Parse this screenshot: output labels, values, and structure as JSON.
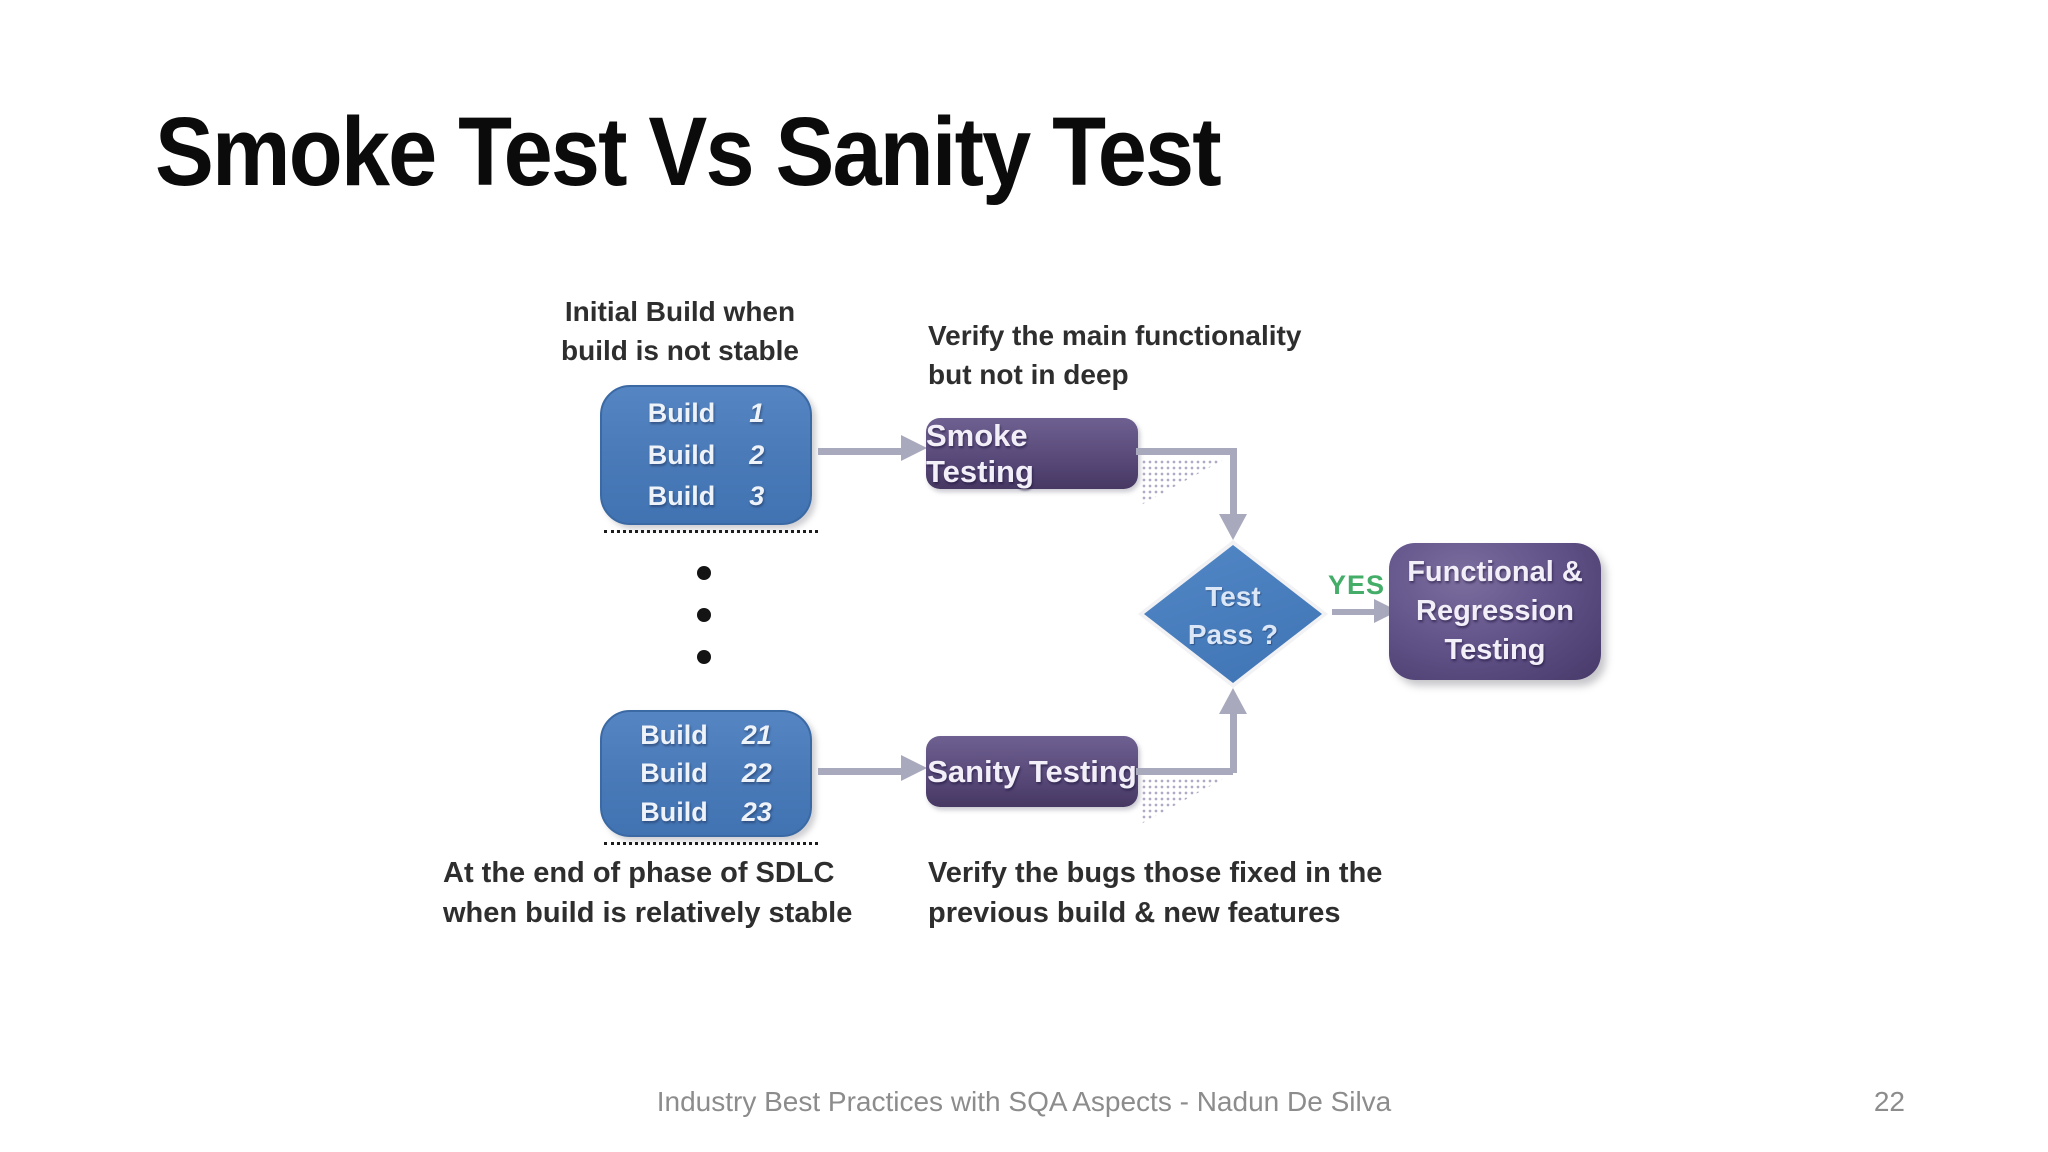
{
  "title": "Smoke Test Vs Sanity Test",
  "diagram": {
    "annotations": {
      "initial_build": [
        "Initial Build when",
        "build is not stable"
      ],
      "verify_main": [
        "Verify the main functionality",
        "but not in deep"
      ],
      "sdlc": [
        "At the end of phase of SDLC",
        "when build is relatively stable"
      ],
      "verify_bugs": [
        "Verify the bugs those fixed in the",
        "previous build & new features"
      ]
    },
    "build_box_top": [
      {
        "word": "Build",
        "num": "1"
      },
      {
        "word": "Build",
        "num": "2"
      },
      {
        "word": "Build",
        "num": "3"
      }
    ],
    "build_box_bottom": [
      {
        "word": "Build",
        "num": "21"
      },
      {
        "word": "Build",
        "num": "22"
      },
      {
        "word": "Build",
        "num": "23"
      }
    ],
    "process_boxes": {
      "smoke": "Smoke Testing",
      "sanity": "Sanity Testing"
    },
    "decision": [
      "Test",
      "Pass ?"
    ],
    "yes_label": "YES",
    "result_box": [
      "Functional &",
      "Regression",
      "Testing"
    ],
    "colors": {
      "build_blue": "#4a7ab8",
      "process_purple": "#554676",
      "diamond_blue": "#4379bd",
      "arrow_gray": "#a9a9bd",
      "yes_green": "#44ad68"
    }
  },
  "footer": {
    "text": "Industry Best Practices with SQA Aspects - Nadun De Silva",
    "page_number": "22"
  }
}
